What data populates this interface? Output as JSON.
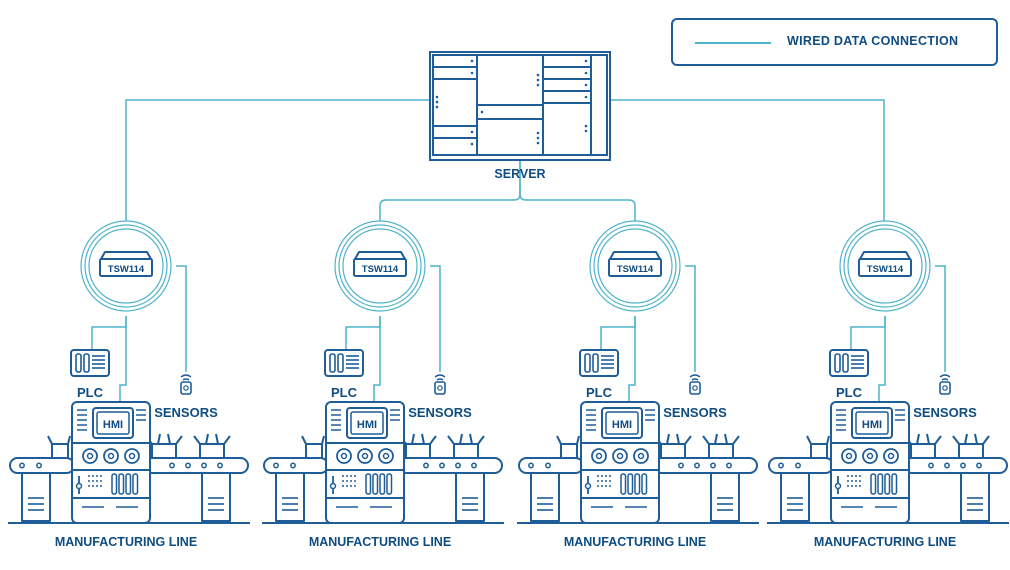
{
  "legend": {
    "wired_label": "WIRED DATA CONNECTION"
  },
  "server": {
    "label": "SERVER"
  },
  "lines": [
    {
      "switch_label": "TSW114",
      "plc_label": "PLC",
      "sensors_label": "SENSORS",
      "hmi_label": "HMI",
      "line_label": "MANUFACTURING LINE"
    },
    {
      "switch_label": "TSW114",
      "plc_label": "PLC",
      "sensors_label": "SENSORS",
      "hmi_label": "HMI",
      "line_label": "MANUFACTURING LINE"
    },
    {
      "switch_label": "TSW114",
      "plc_label": "PLC",
      "sensors_label": "SENSORS",
      "hmi_label": "HMI",
      "line_label": "MANUFACTURING LINE"
    },
    {
      "switch_label": "TSW114",
      "plc_label": "PLC",
      "sensors_label": "SENSORS",
      "hmi_label": "HMI",
      "line_label": "MANUFACTURING LINE"
    }
  ],
  "colors": {
    "navy": "#1f5d98",
    "cyan": "#4fb3c9",
    "text": "#0f4c81"
  }
}
